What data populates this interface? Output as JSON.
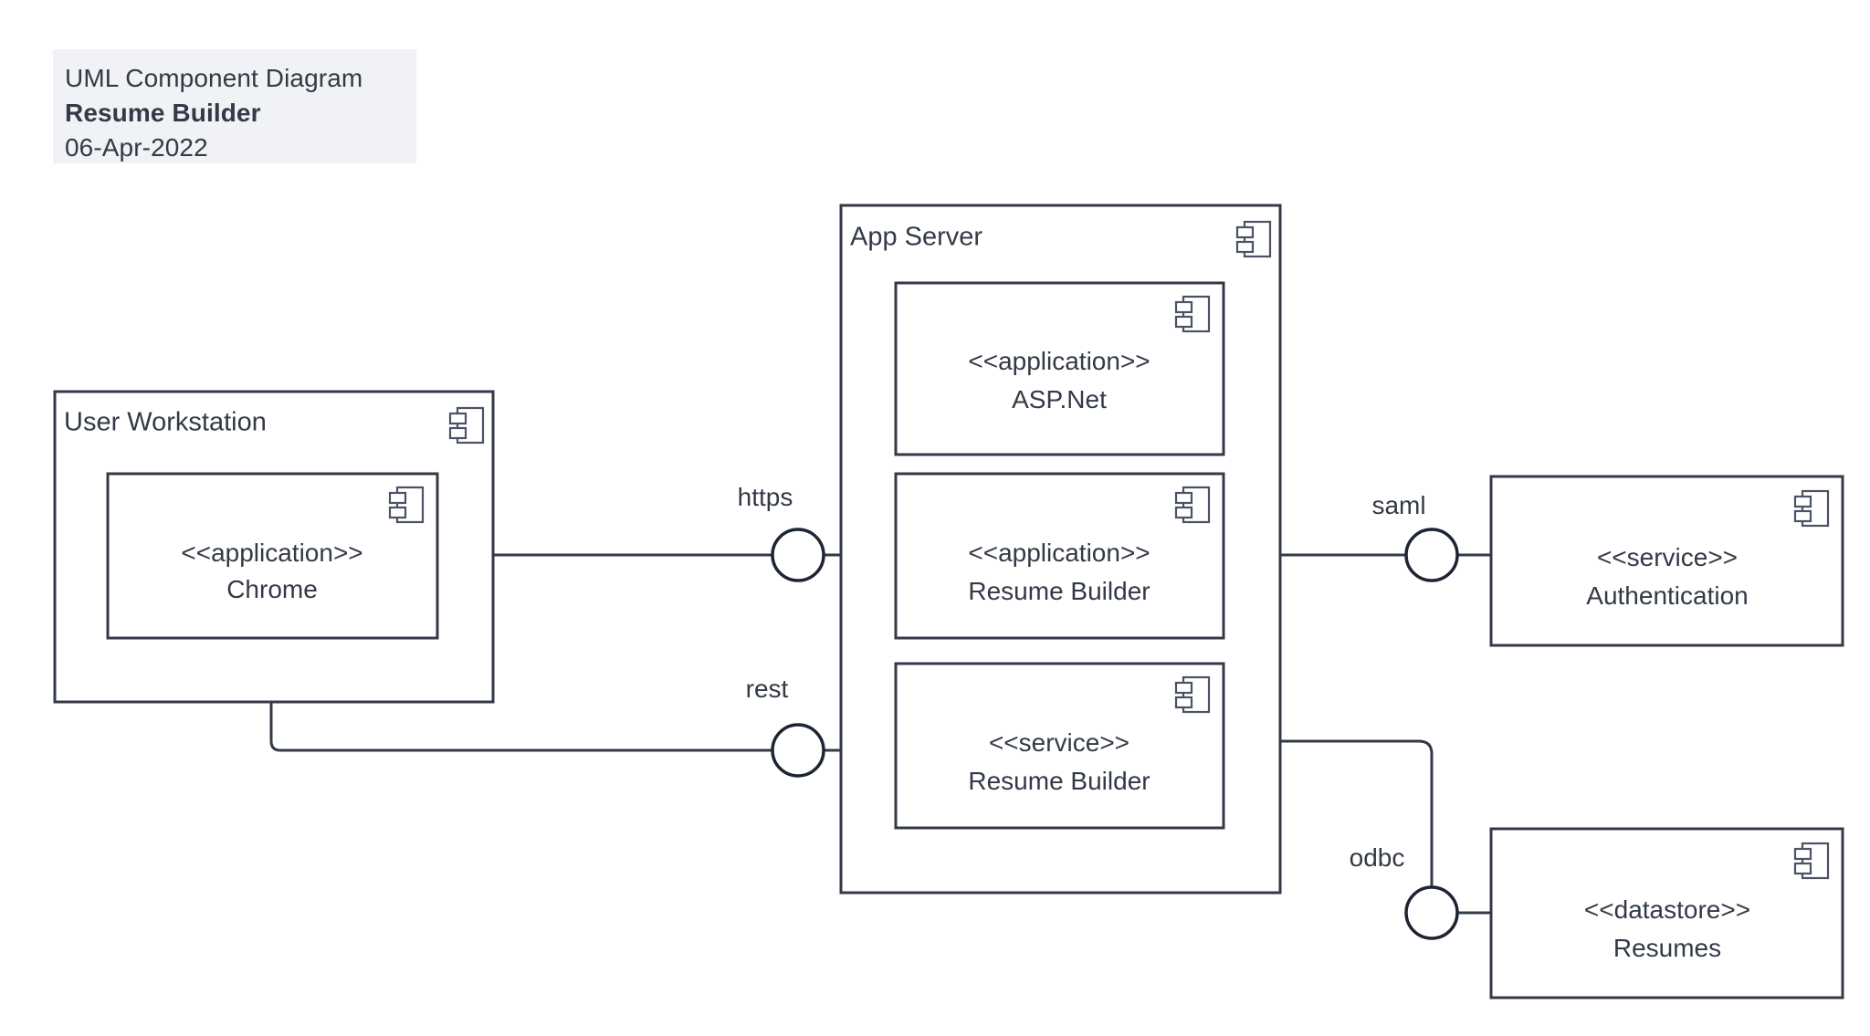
{
  "title_block": {
    "kind": "UML Component Diagram",
    "name": "Resume Builder",
    "date": "06-Apr-2022",
    "background": "#f0f2f5",
    "text_color": "#333a47"
  },
  "theme": {
    "page_background": "#ffffff",
    "line_color": "#333a47",
    "ball_color": "#1d2433",
    "icon_color": "#4a5263"
  },
  "diagram": {
    "type": "uml-component-diagram",
    "nodes": [
      {
        "id": "user-workstation",
        "label": "User Workstation",
        "icon": "component-icon",
        "components": [
          {
            "id": "chrome",
            "stereotype": "<<application>>",
            "name": "Chrome",
            "icon": "component-icon"
          }
        ]
      },
      {
        "id": "app-server",
        "label": "App Server",
        "icon": "component-icon",
        "components": [
          {
            "id": "aspnet",
            "stereotype": "<<application>>",
            "name": "ASP.Net",
            "icon": "component-icon"
          },
          {
            "id": "resume-builder-app",
            "stereotype": "<<application>>",
            "name": "Resume Builder",
            "icon": "component-icon"
          },
          {
            "id": "resume-builder-service",
            "stereotype": "<<service>>",
            "name": "Resume Builder",
            "icon": "component-icon"
          }
        ]
      }
    ],
    "standalone_components": [
      {
        "id": "authentication",
        "stereotype": "<<service>>",
        "name": "Authentication",
        "icon": "component-icon"
      },
      {
        "id": "resumes",
        "stereotype": "<<datastore>>",
        "name": "Resumes",
        "icon": "component-icon"
      }
    ],
    "interfaces": [
      {
        "id": "https",
        "label": "https",
        "from": "chrome",
        "to": "resume-builder-app"
      },
      {
        "id": "rest",
        "label": "rest",
        "from": "chrome",
        "to": "resume-builder-service"
      },
      {
        "id": "saml",
        "label": "saml",
        "from": "resume-builder-app",
        "to": "authentication"
      },
      {
        "id": "odbc",
        "label": "odbc",
        "from": "resume-builder-service",
        "to": "resumes"
      }
    ]
  }
}
